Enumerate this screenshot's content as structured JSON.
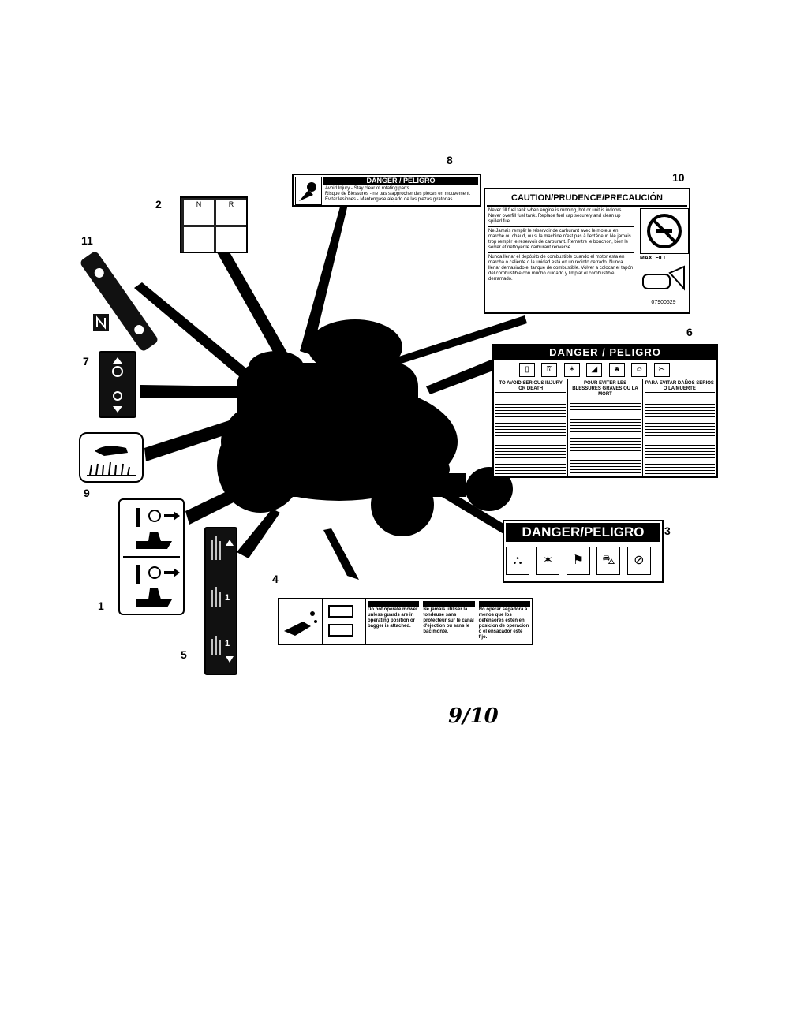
{
  "callouts": [
    "1",
    "2",
    "3",
    "4",
    "5",
    "6",
    "7",
    "8",
    "9",
    "10",
    "11"
  ],
  "decal8": {
    "header": "DANGER / PELIGRO",
    "lines": [
      "Avoid Injury - Stay clear of rotating parts.",
      "Risque de Blessures - ne pas s'approcher des pieces en mouvement.",
      "Evitar lesiones - Mantengase alejado de las piezas giratorias."
    ]
  },
  "decal10": {
    "header": "CAUTION/PRUDENCE/PRECAUCIÓN",
    "lines": [
      "Never fill fuel tank when engine is running, hot or unit is indoors. Never overfill fuel tank. Replace fuel cap securely and clean up spilled fuel.",
      "Ne Jamais remplir le réservoir de carburant avec le moteur en marche ou chaud, ou si la machine n'est pas à l'extérieur. Ne jamais trop remplir le réservoir de carburant. Remettre le bouchon, bien le serrer et nettoyer le carburant renversé.",
      "Nunca llenar el depósito de combustible cuando el motor esta en marcha o caliente o la unidad está en un recinto cerrado. Nunca llenar demasiado el tanque de combustible. Volver a colocar el tapón del combustible con mucho cuidado y limpiar el combustible derramado."
    ],
    "max_fill": "MAX. FILL",
    "part_no": "07900629"
  },
  "decal6": {
    "header": "DANGER / PELIGRO",
    "col_titles": [
      "TO AVOID SERIOUS INJURY OR DEATH",
      "POUR EVITER LES BLESSURES GRAVES OU LA MORT",
      "PARA EVITAR DAÑOS SERIOS O LA MUERTE"
    ]
  },
  "decal3": {
    "header": "DANGER/PELIGRO"
  },
  "decal4": {
    "cols": [
      "Do not operate mower unless guards are in operating position or bagger is attached.",
      "Ne jamais utiliser la tondeuse sans protecteur sur le canal d'ejection ou sans le bac monte.",
      "No operar segadora a menos que los defensores esten en posicion de operacion o el ensacador este fijo."
    ]
  },
  "decal2": {
    "labels": [
      "N",
      "R"
    ]
  },
  "decal5": {
    "labels": [
      "1",
      "1"
    ]
  },
  "page_label": "9/10",
  "colors": {
    "ink": "#000000",
    "paper": "#ffffff"
  }
}
